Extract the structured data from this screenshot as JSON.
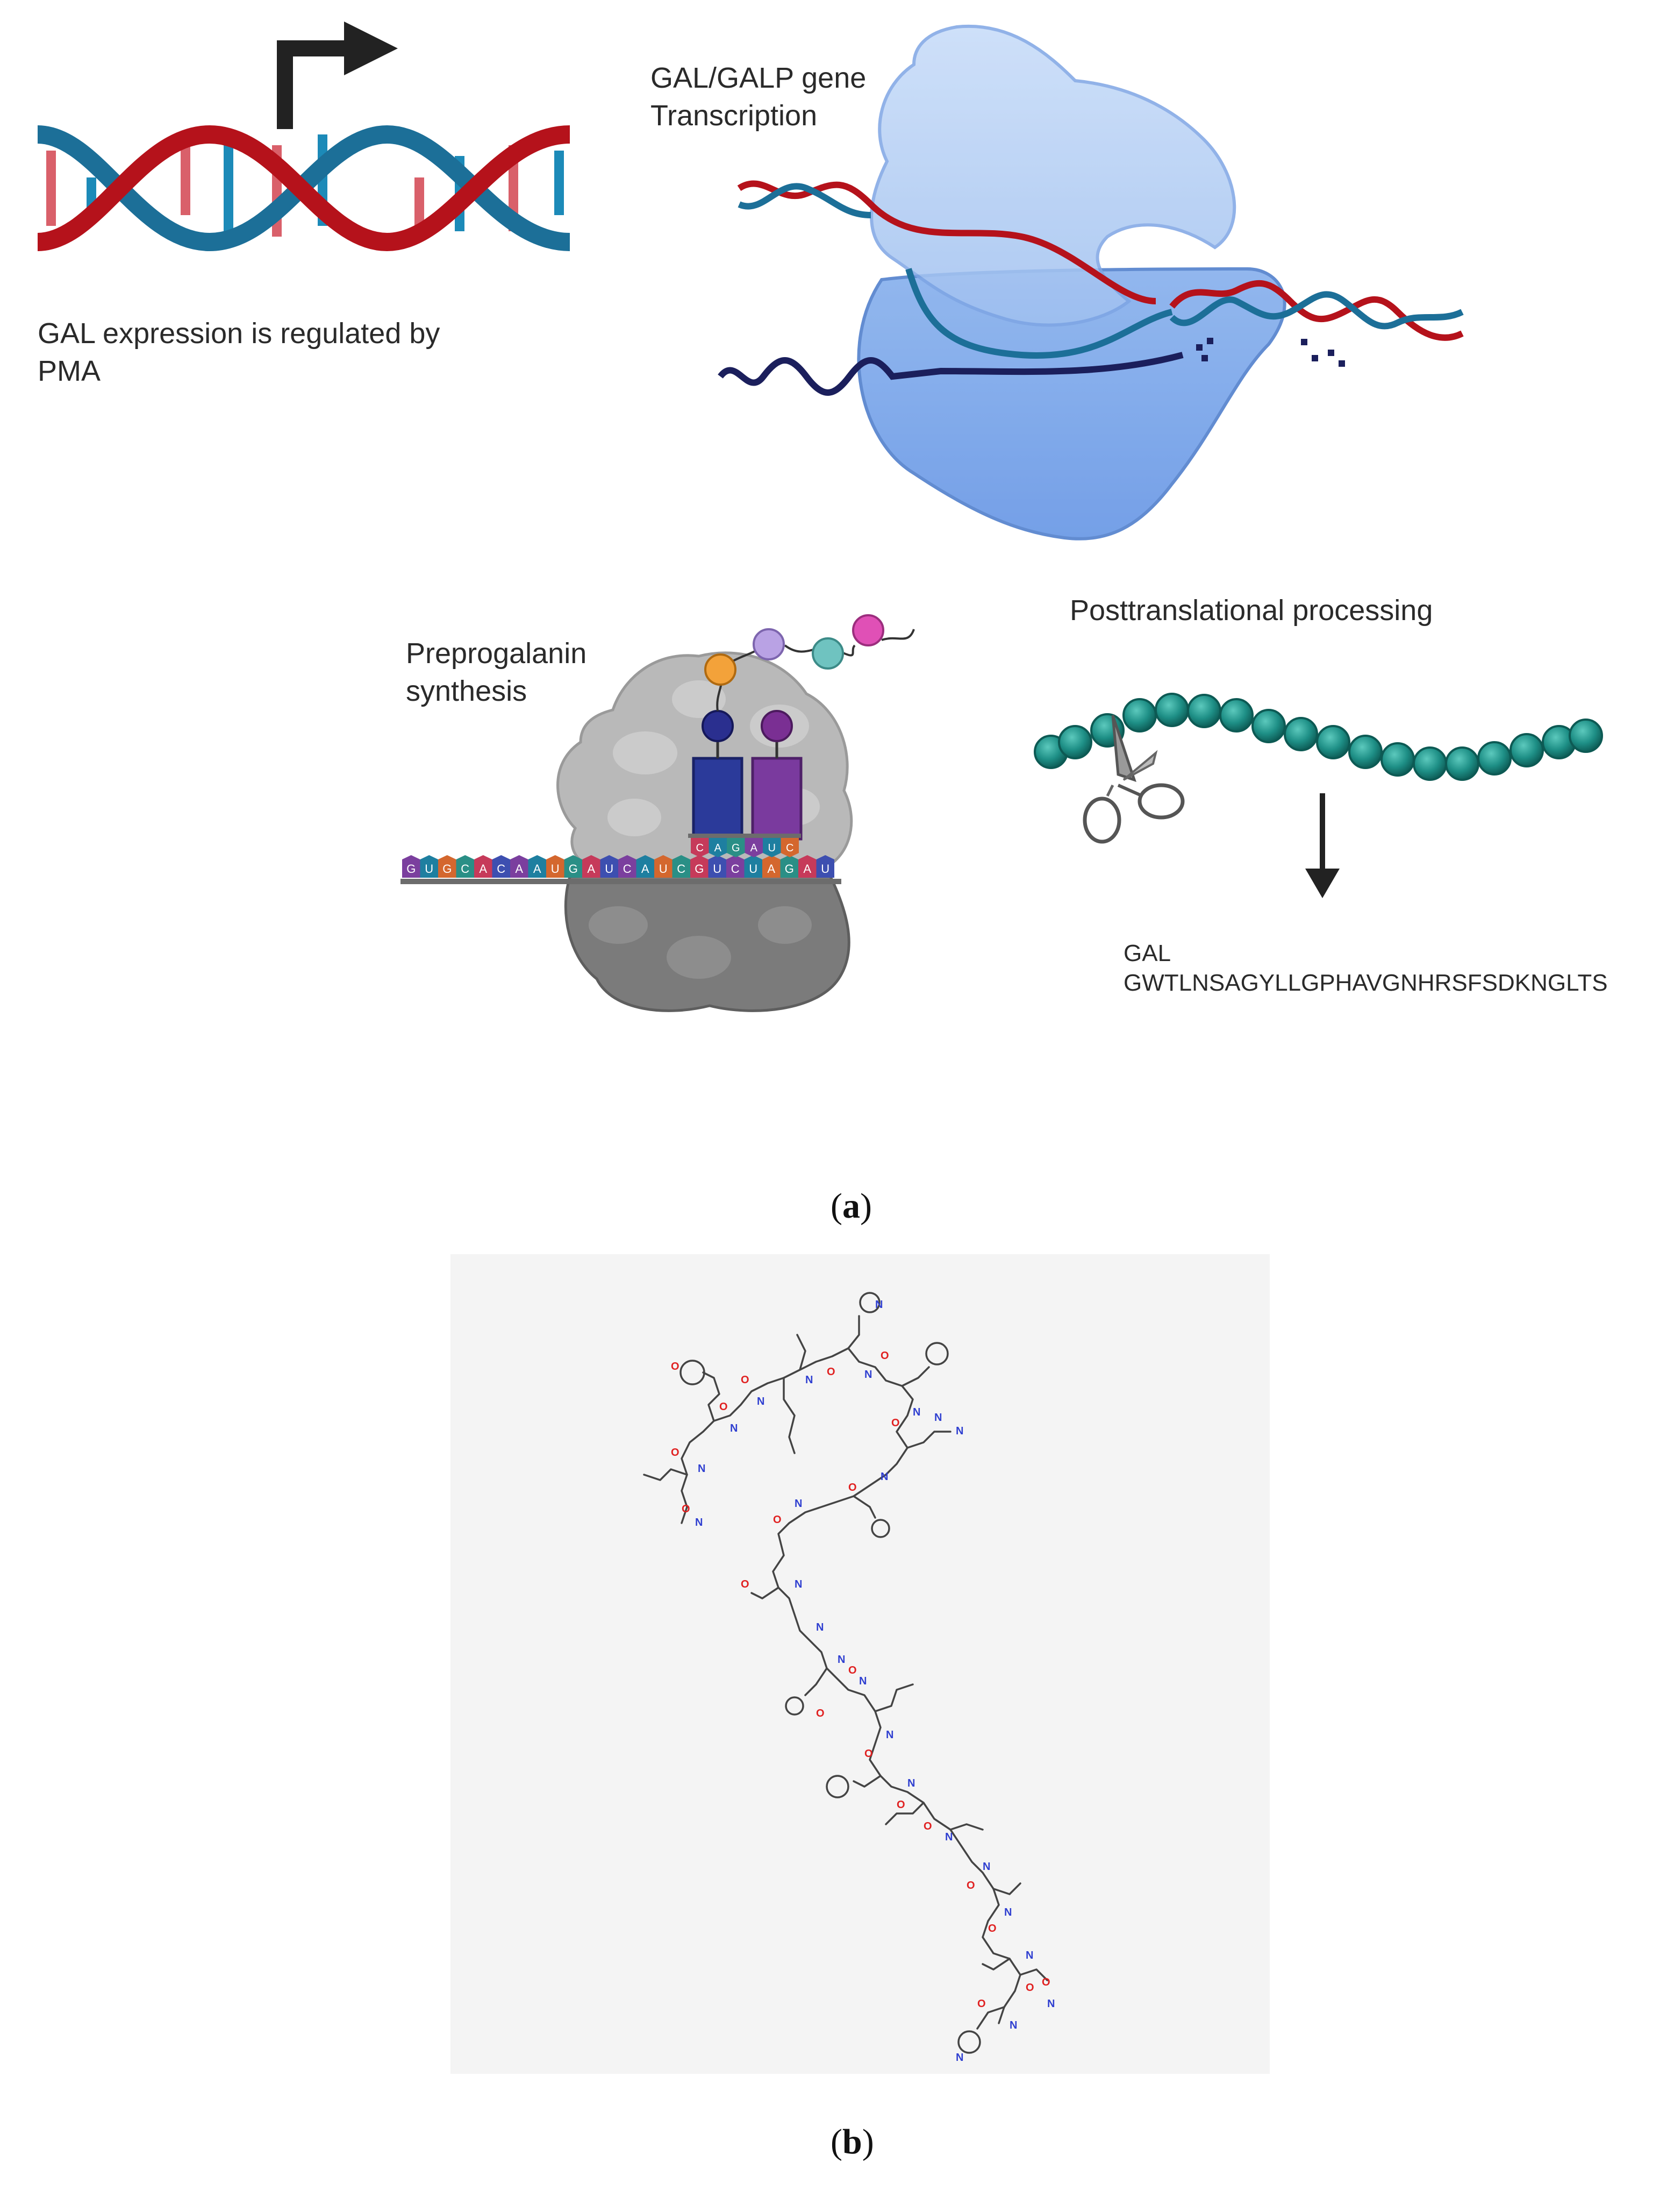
{
  "panel_a": {
    "label_regulation": "GAL expression is regulated by\nPMA",
    "label_transcription": "GAL/GALP gene\nTranscription",
    "label_synthesis": "Preprogalanin\n synthesis",
    "label_processing": "Posttranslational processing",
    "sequence_name": "GAL",
    "sequence": "GWTLNSAGYLLGPHAVGNHRSFSDKNGLTS",
    "mrna_letters": [
      "G",
      "U",
      "G",
      "C",
      "A",
      "C",
      "A",
      "A",
      "U",
      "G",
      "A",
      "U",
      "C",
      "A",
      "U",
      "C",
      "G",
      "U",
      "C",
      "U",
      "A",
      "G",
      "A",
      "U"
    ],
    "codon_letters": [
      "C",
      "A",
      "G",
      "A",
      "U",
      "C"
    ],
    "caption": "a"
  },
  "panel_b": {
    "caption": "b"
  },
  "colors": {
    "dna_red": "#b5121b",
    "dna_blue": "#1c6f98",
    "polymerase": "#8fb7ee",
    "bead": "#1e8f86",
    "trna_blue": "#2b3a9a",
    "trna_purple": "#7a3a9e",
    "ribosome": "#9c9c9c"
  }
}
